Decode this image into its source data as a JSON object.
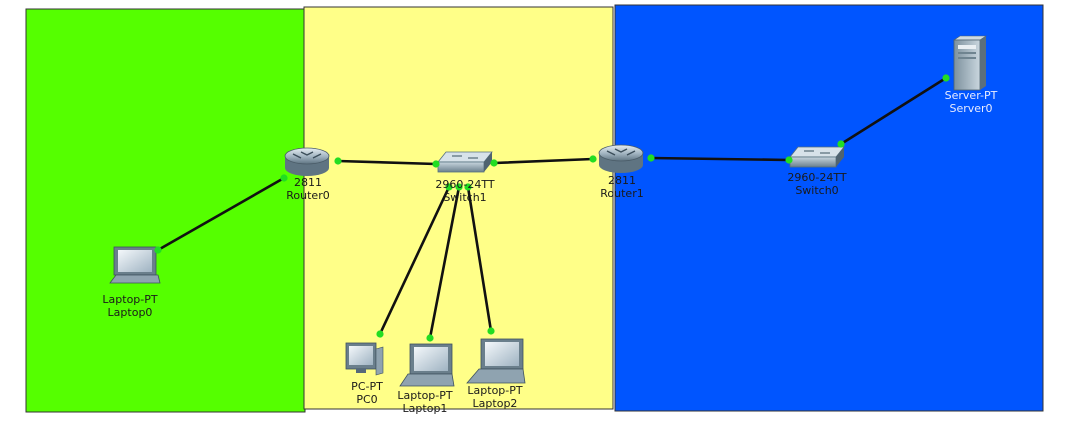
{
  "zones": [
    {
      "id": "zone-green",
      "color": "#55ff00"
    },
    {
      "id": "zone-yellow",
      "color": "#ffff88"
    },
    {
      "id": "zone-blue",
      "color": "#0055ff"
    }
  ],
  "colors": {
    "cable": "#111111",
    "port": "#22dd22",
    "label_dark": "#1a1a1a",
    "label_light": "#e8ecff"
  },
  "devices": {
    "router0": {
      "model": "2811",
      "name": "Router0",
      "icon": "router-icon"
    },
    "router1": {
      "model": "2811",
      "name": "Router1",
      "icon": "router-icon"
    },
    "switch1": {
      "model": "2960-24TT",
      "name": "Switch1",
      "icon": "switch-icon"
    },
    "switch0": {
      "model": "2960-24TT",
      "name": "Switch0",
      "icon": "switch-icon"
    },
    "server0": {
      "model": "Server-PT",
      "name": "Server0",
      "icon": "server-icon"
    },
    "laptop0": {
      "model": "Laptop-PT",
      "name": "Laptop0",
      "icon": "laptop-icon"
    },
    "pc0": {
      "model": "PC-PT",
      "name": "PC0",
      "icon": "pc-icon"
    },
    "laptop1": {
      "model": "Laptop-PT",
      "name": "Laptop1",
      "icon": "laptop-icon"
    },
    "laptop2": {
      "model": "Laptop-PT",
      "name": "Laptop2",
      "icon": "laptop-icon"
    }
  }
}
